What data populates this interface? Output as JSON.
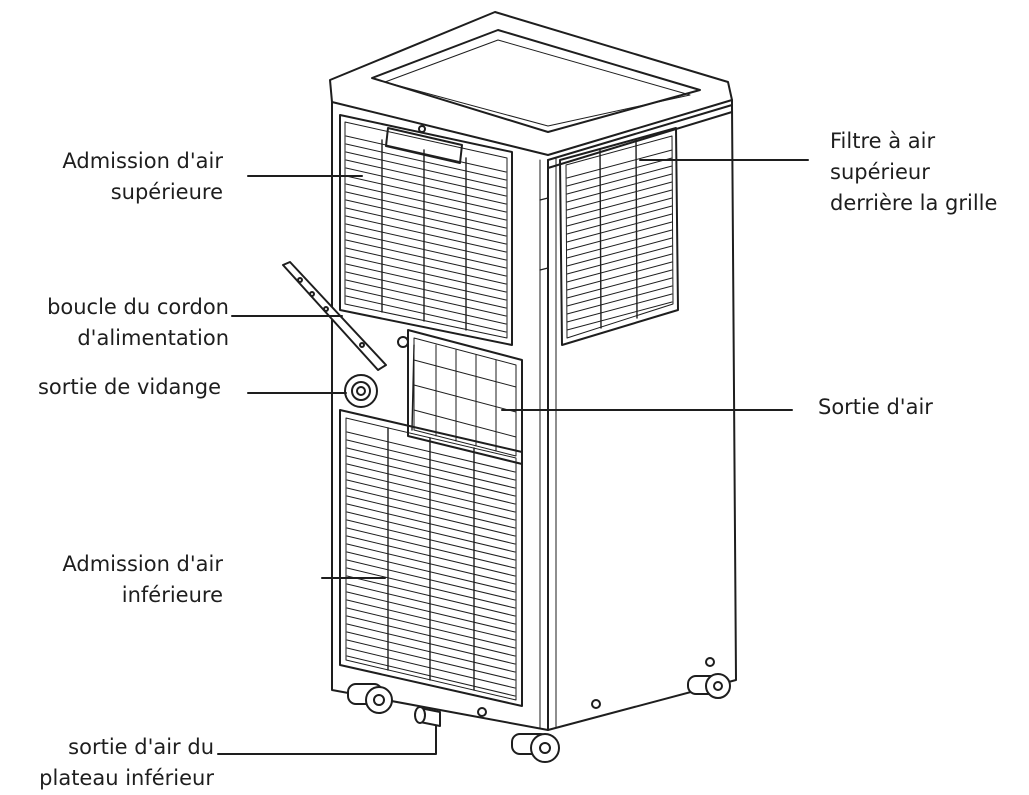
{
  "labels": {
    "upper_air_intake": {
      "line1": "Admission d'air",
      "line2": "supérieure"
    },
    "power_cord_buckle": {
      "line1": "boucle du cordon",
      "line2": "d'alimentation"
    },
    "drain_outlet": {
      "line1": "sortie de vidange"
    },
    "lower_air_intake": {
      "line1": "Admission d'air",
      "line2": "inférieure"
    },
    "bottom_tray_air_outlet": {
      "line1": "sortie d'air du",
      "line2": "plateau inférieur"
    },
    "upper_air_filter": {
      "line1": "Filtre à air",
      "line2": "supérieur",
      "line3": "derrière la grille"
    },
    "air_outlet": {
      "line1": "Sortie d'air"
    }
  },
  "colors": {
    "ink": "#1e1e1e",
    "body": "#ffffff",
    "background": "#ffffff"
  }
}
